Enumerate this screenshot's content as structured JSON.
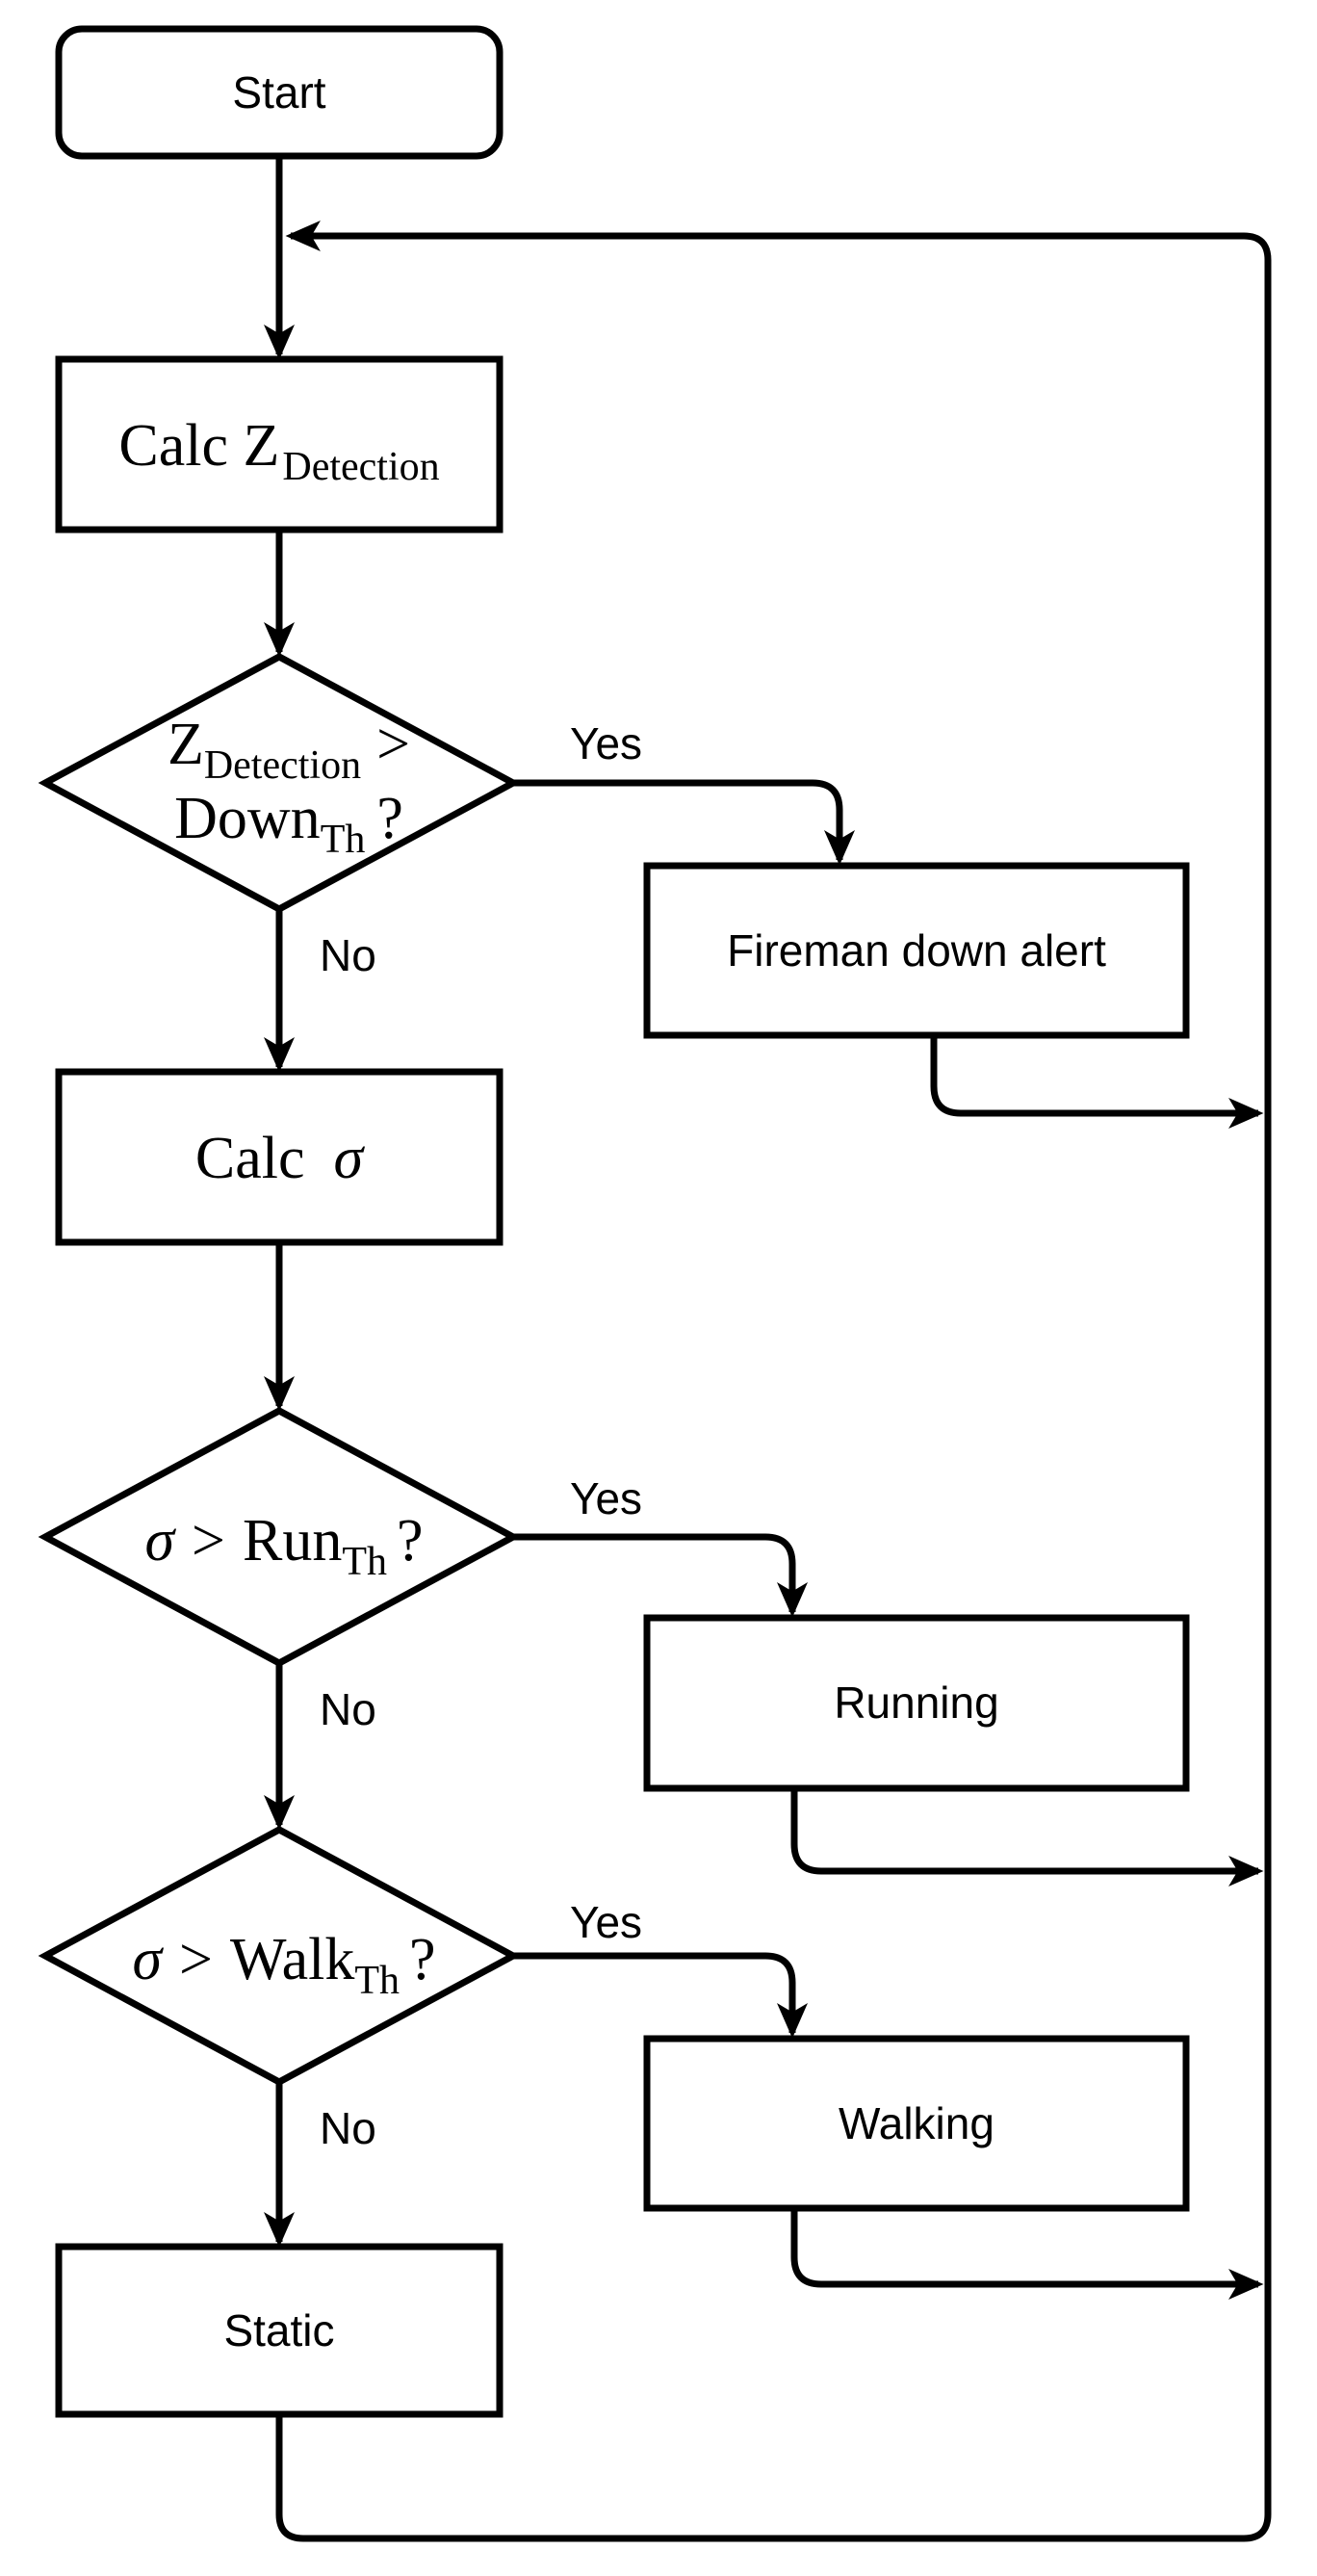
{
  "labels": {
    "yes": "Yes",
    "no": "No"
  },
  "nodes": {
    "start": "Start",
    "calc_z": {
      "main": "Calc Z",
      "sub": "Detection"
    },
    "decision_down": {
      "l1_main": "Z",
      "l1_sub": "Detection",
      "l1_op": ">",
      "l2_main": "Down",
      "l2_sub": "Th",
      "l2_q": "?"
    },
    "fireman_alert": "Fireman down alert",
    "calc_sigma": {
      "main": "Calc",
      "sigma": "σ"
    },
    "decision_run": {
      "sigma": "σ",
      "op": ">",
      "main": "Run",
      "sub": "Th",
      "q": "?"
    },
    "running": "Running",
    "decision_walk": {
      "sigma": "σ",
      "op": ">",
      "main": "Walk",
      "sub": "Th",
      "q": "?"
    },
    "walking": "Walking",
    "static": "Static"
  },
  "colors": {
    "stroke": "#000000",
    "background": "#ffffff"
  }
}
